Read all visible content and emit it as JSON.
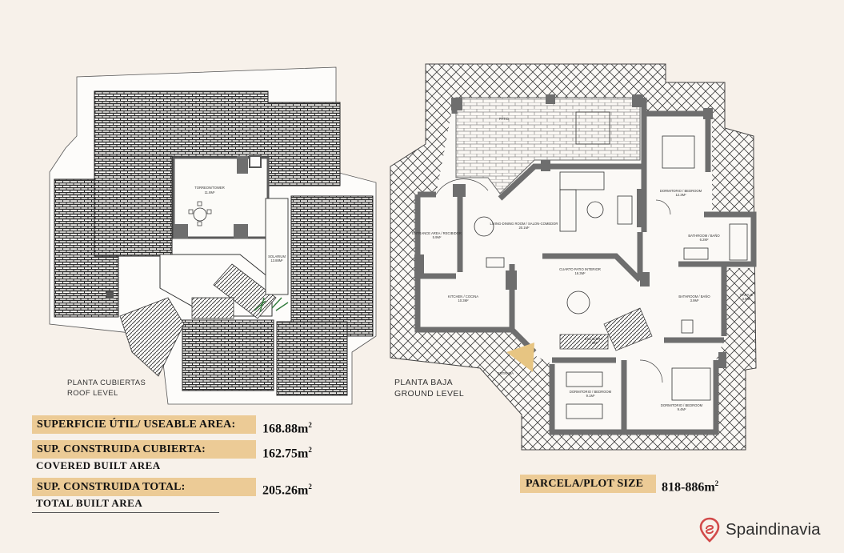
{
  "roof_plan": {
    "label_line1": "PLANTA CUBIERTAS",
    "label_line2": "ROOF LEVEL",
    "rooms": [
      {
        "name": "TORREON/TOWER",
        "area": "11.8m²"
      },
      {
        "name": "SOLARIUM",
        "area": "13.88m²"
      }
    ]
  },
  "ground_plan": {
    "label_line1": "PLANTA BAJA",
    "label_line2": "GROUND LEVEL",
    "rooms": [
      {
        "name": "PATIO",
        "area": ""
      },
      {
        "name": "DORMITORIO / BEDROOM",
        "area": "12.3m²"
      },
      {
        "name": "LIVING-DINING ROOM / SALON-COMEDOR",
        "area": "20.1m²"
      },
      {
        "name": "ENTRANCE AREA / RECIBIDOR",
        "area": "5.9m²"
      },
      {
        "name": "KITCHEN / COCINA",
        "area": "10.3m²"
      },
      {
        "name": "CUARTO PATIO INTERIOR",
        "area": "16.3m²"
      },
      {
        "name": "BATHROOM / BAÑO",
        "area": "6.2m²"
      },
      {
        "name": "BATHROOM / BAÑO",
        "area": "3.9m²"
      },
      {
        "name": "GARAJE",
        "area": "3.9m²"
      },
      {
        "name": "ESCALERA",
        "area": "7.0m²"
      },
      {
        "name": "DORMITORIO / BEDROOM",
        "area": "9.1m²"
      },
      {
        "name": "DORMITORIO / BEDROOM",
        "area": "9.4m²"
      },
      {
        "name": "ENTRADA",
        "area": ""
      }
    ]
  },
  "areas": [
    {
      "label": "SUPERFICIE ÚTIL/ USEABLE AREA:",
      "value": "168.88",
      "unit": "m",
      "sup": "2",
      "sub": ""
    },
    {
      "label": "SUP. CONSTRUIDA CUBIERTA:",
      "value": "162.75",
      "unit": "m",
      "sup": "2",
      "sub": "COVERED BUILT AREA"
    },
    {
      "label": "SUP. CONSTRUIDA TOTAL:",
      "value": "205.26",
      "unit": "m",
      "sup": "2",
      "sub": "TOTAL BUILT AREA"
    }
  ],
  "plot": {
    "label": "PARCELA/PLOT SIZE",
    "value": "818-886",
    "unit": "m",
    "sup": "2"
  },
  "brand": {
    "name": "Spaindinavia",
    "icon": "location-pin-icon"
  },
  "colors": {
    "pill": "#eccb96",
    "wall": "#6e6e6e",
    "tile": "#3a3a3a",
    "accent_triangle": "#e7c582",
    "brand_red": "#d24a4a"
  }
}
